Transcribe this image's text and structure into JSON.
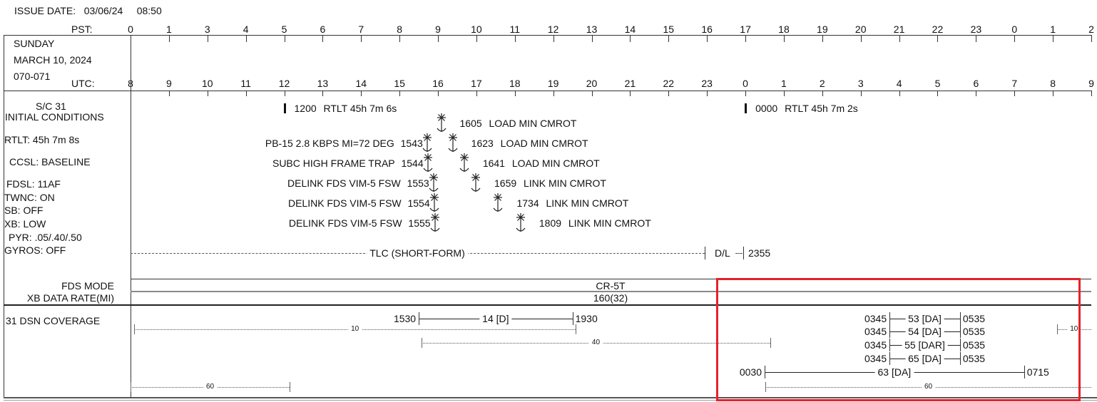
{
  "header": {
    "issue_label": "ISSUE DATE:",
    "issue_date": "03/06/24",
    "issue_time": "08:50"
  },
  "axis": {
    "pst_label": "PST:",
    "utc_label": "UTC:",
    "pst_ticks": [
      "0",
      "1",
      "3",
      "4",
      "5",
      "6",
      "7",
      "8",
      "9",
      "10",
      "11",
      "12",
      "13",
      "14",
      "15",
      "16",
      "17",
      "18",
      "19",
      "20",
      "21",
      "22",
      "23",
      "0",
      "1",
      "2"
    ],
    "utc_ticks": [
      "8",
      "9",
      "10",
      "11",
      "12",
      "13",
      "14",
      "15",
      "16",
      "17",
      "18",
      "19",
      "20",
      "21",
      "22",
      "23",
      "0",
      "1",
      "2",
      "3",
      "4",
      "5",
      "6",
      "7",
      "8",
      "9"
    ],
    "utc_start_hour": 8
  },
  "date_block": {
    "day": "SUNDAY",
    "date": "MARCH 10, 2024",
    "doy": "070-071"
  },
  "initial_conditions": {
    "sc": "S/C 31",
    "title": "INITIAL CONDITIONS",
    "rtlt": "RTLT: 45h 7m 8s",
    "ccsl": "CCSL: BASELINE",
    "fdsl": "FDSL: 11AF",
    "twnc": "TWNC: ON",
    "sb": "SB: OFF",
    "xb": "XB: LOW",
    "pyr": "PYR:  .05/.40/.50",
    "gyros": "GYROS: OFF"
  },
  "rtlt_marks": [
    {
      "time": "1200",
      "hour": 12,
      "text": "RTLT 45h 7m 6s"
    },
    {
      "time": "0000",
      "hour": 24,
      "text": "RTLT 45h 7m 2s"
    }
  ],
  "events": [
    {
      "time": "1605",
      "hour": 16.083,
      "text": "LOAD MIN CMROT",
      "side": "right",
      "row": 0
    },
    {
      "time": "1543",
      "hour": 15.717,
      "text": "PB-15 2.8 KBPS MI=72 DEG",
      "side": "left",
      "row": 1
    },
    {
      "time": "1623",
      "hour": 16.383,
      "text": "LOAD MIN CMROT",
      "side": "right",
      "row": 1
    },
    {
      "time": "1544",
      "hour": 15.733,
      "text": "SUBC HIGH FRAME TRAP",
      "side": "left",
      "row": 2
    },
    {
      "time": "1641",
      "hour": 16.683,
      "text": "LOAD MIN CMROT",
      "side": "right",
      "row": 2
    },
    {
      "time": "1553",
      "hour": 15.883,
      "text": "DELINK FDS VIM-5 FSW",
      "side": "left",
      "row": 3
    },
    {
      "time": "1659",
      "hour": 16.983,
      "text": "LINK MIN CMROT",
      "side": "right",
      "row": 3
    },
    {
      "time": "1554",
      "hour": 15.9,
      "text": "DELINK FDS VIM-5 FSW",
      "side": "left",
      "row": 4
    },
    {
      "time": "1734",
      "hour": 17.567,
      "text": "LINK MIN CMROT",
      "side": "right",
      "row": 4
    },
    {
      "time": "1555",
      "hour": 15.917,
      "text": "DELINK FDS VIM-5 FSW",
      "side": "left",
      "row": 5
    },
    {
      "time": "1809",
      "hour": 18.15,
      "text": "LINK MIN CMROT",
      "side": "right",
      "row": 5
    }
  ],
  "tlc": {
    "label": "TLC (SHORT-FORM)",
    "dl_label": "D/L",
    "end_time": "2355"
  },
  "fds_mode": {
    "label": "FDS MODE",
    "value": "CR-5T"
  },
  "xb_rate": {
    "label": "XB DATA RATE(MI)",
    "value": "160(32)"
  },
  "dsn": {
    "label": "31 DSN COVERAGE",
    "passes": [
      {
        "start": "1530",
        "end": "1930",
        "s": 15.5,
        "e": 19.5,
        "label": "14 [D]",
        "row": 0
      },
      {
        "start": "0345",
        "end": "0535",
        "s": 27.75,
        "e": 29.583,
        "label": "53 [DA]",
        "row": 0
      },
      {
        "start": "0345",
        "end": "0535",
        "s": 27.75,
        "e": 29.583,
        "label": "54 [DA]",
        "row": 1
      },
      {
        "start": "0345",
        "end": "0535",
        "s": 27.75,
        "e": 29.583,
        "label": "55 [DAR]",
        "row": 2
      },
      {
        "start": "0345",
        "end": "0535",
        "s": 27.75,
        "e": 29.583,
        "label": "65 [DA]",
        "row": 3
      },
      {
        "start": "0030",
        "end": "0715",
        "s": 24.5,
        "e": 31.25,
        "label": "63 [DA]",
        "row": 4
      }
    ],
    "views": [
      {
        "station": "10",
        "s": 8.1,
        "e": 19.58,
        "row": 0
      },
      {
        "station": "40",
        "s": 15.57,
        "e": 24.65,
        "row": 1
      },
      {
        "station": "10",
        "s": 32.1,
        "e": 33.0,
        "row": 0
      },
      {
        "station": "60",
        "s": 8.0,
        "e": 12.14,
        "row": 2
      },
      {
        "station": "60",
        "s": 24.52,
        "e": 33.0,
        "row": 2
      }
    ]
  },
  "colors": {
    "highlight": "#e5222a",
    "line": "#333333"
  }
}
